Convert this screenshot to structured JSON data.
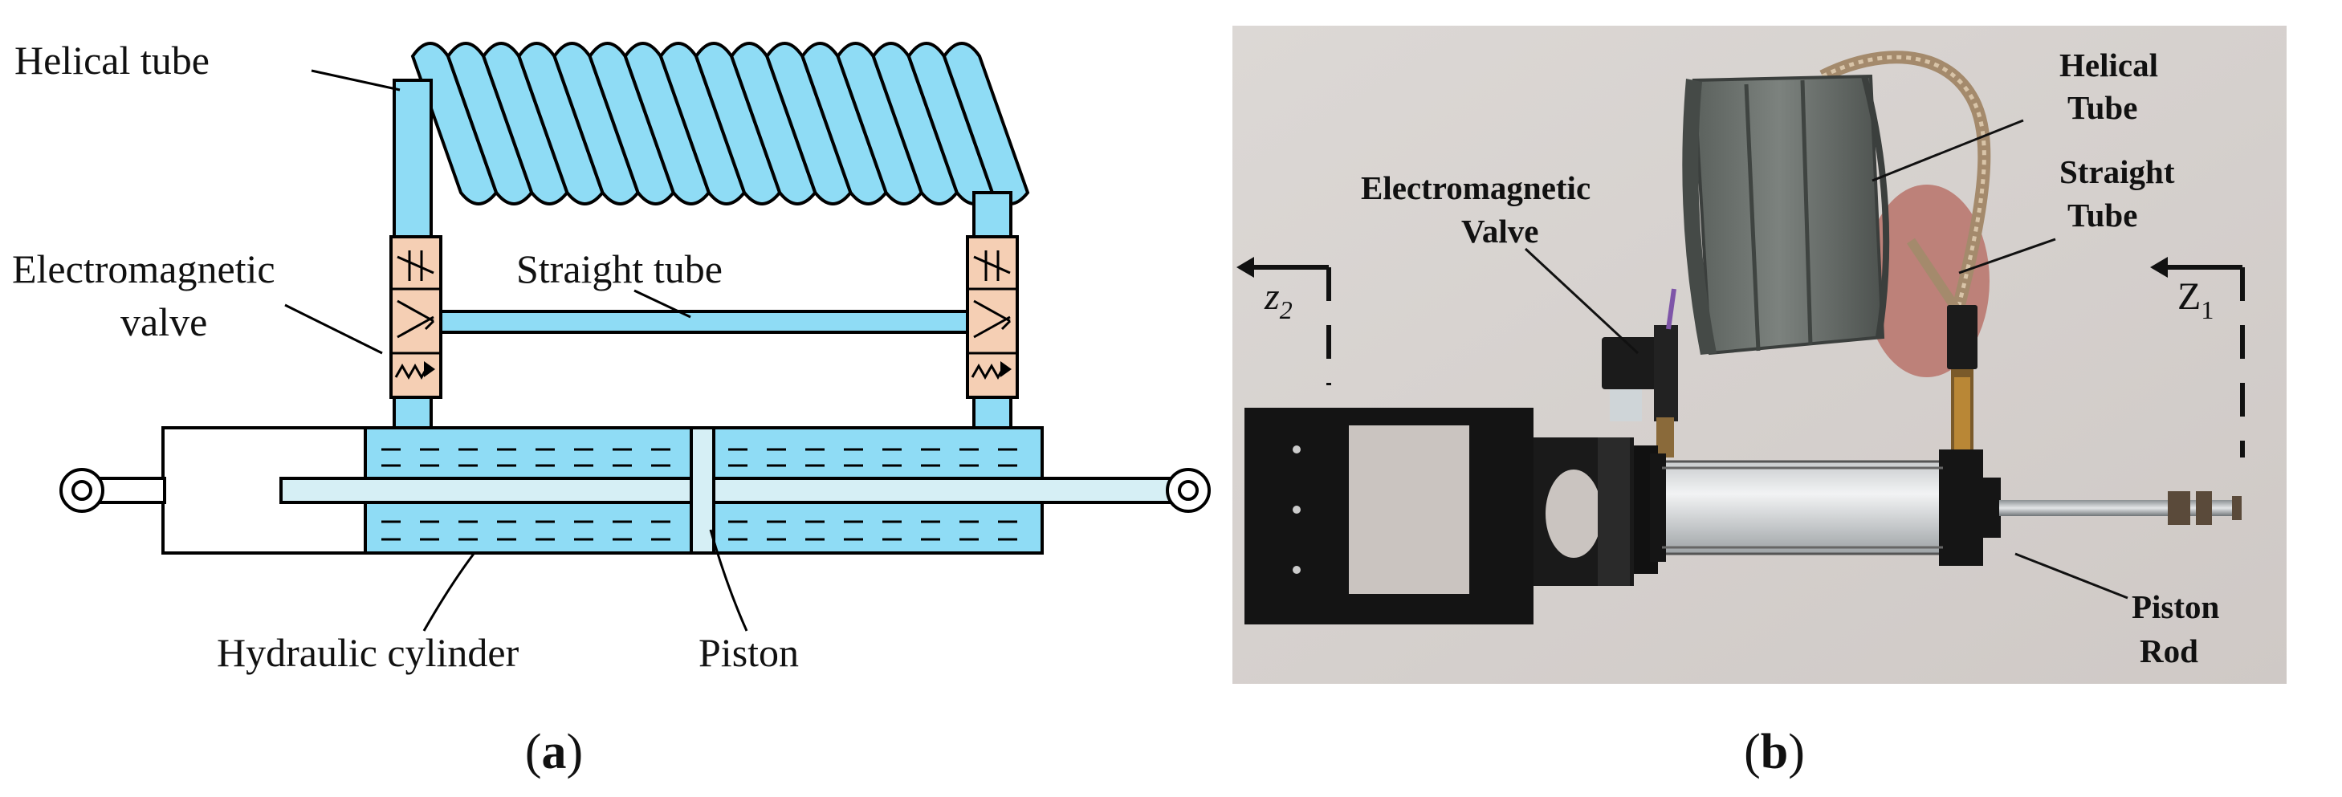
{
  "panel_a": {
    "labels": {
      "helical_tube": "Helical tube",
      "electromagnetic_line1": "Electromagnetic",
      "electromagnetic_line2": "valve",
      "straight_tube": "Straight tube",
      "hydraulic_cylinder": "Hydraulic cylinder",
      "piston": "Piston"
    },
    "caption": {
      "open": "(",
      "letter": "a",
      "close": ")"
    }
  },
  "panel_b": {
    "labels": {
      "helical_line1": "Helical",
      "helical_line2": "Tube",
      "straight_line1": "Straight",
      "straight_line2": "Tube",
      "valve_line1": "Electromagnetic",
      "valve_line2": "Valve",
      "piston_line1": "Piston",
      "piston_line2": "Rod",
      "z2_main": "z",
      "z2_sub": "2",
      "z1_main": "Z",
      "z1_sub": "1"
    },
    "caption": {
      "open": "(",
      "letter": "b",
      "close": ")"
    }
  },
  "colors": {
    "fluid": "#8fdcf5",
    "tube": "#8fdcf5",
    "valve": "#f5cfb4",
    "rod": "#d6eff5",
    "outline": "#000000",
    "photo_bg": "#d9d4d1"
  }
}
